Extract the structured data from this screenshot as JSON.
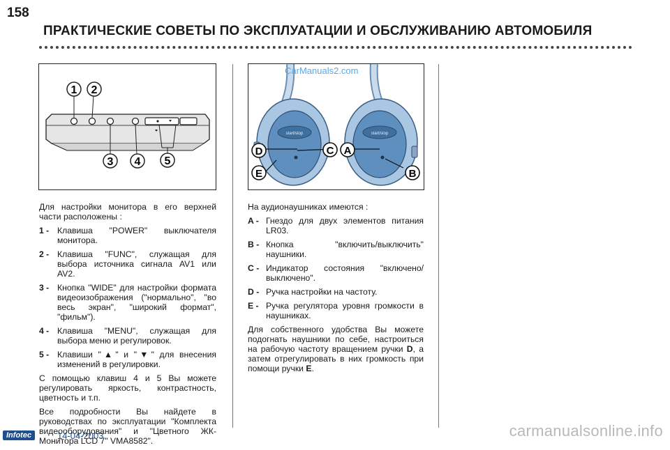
{
  "page": {
    "number": "158",
    "header": "ПРАКТИЧЕСКИЕ СОВЕТЫ ПО ЭКСПЛУАТАЦИИ И ОБСЛУЖИВАНИЮ АВТОМОБИЛЯ"
  },
  "figure_left": {
    "callouts": [
      "1",
      "2",
      "3",
      "4",
      "5"
    ]
  },
  "figure_right": {
    "watermark": "CarManuals2.com",
    "callouts": [
      "D",
      "C",
      "A",
      "E",
      "B"
    ],
    "button_labels": [
      "start/stop",
      "start/stop"
    ]
  },
  "left_column": {
    "intro": "Для настройки монитора в его верхней части расположены :",
    "items": [
      {
        "key": "1 -",
        "text": "Клавиша \"POWER\" выключателя монитора."
      },
      {
        "key": "2 -",
        "text": "Клавиша \"FUNC\", служащая для выбора источника сигнала AV1 или AV2."
      },
      {
        "key": "3 -",
        "text": "Кнопка \"WIDE\" для настройки формата видеоизображения (\"нормально\", \"во весь экран\", \"широкий формат\", \"фильм\")."
      },
      {
        "key": "4 -",
        "text": "Клавиша \"MENU\", служащая для выбора меню и регулировок."
      },
      {
        "key": "5 -",
        "text_before": "Клавиши \"",
        "up": "▲",
        "text_mid": "\" и \"",
        "down": "▼",
        "text_after": "\" для внесения изменений в регулировки."
      }
    ],
    "para1": "С помощью клавиш 4 и 5 Вы можете регулировать яркость, контрастность, цветность и т.п.",
    "para2": "Все подробности Вы найдете в руководствах по эксплуатации \"Комплекта видеооборудования\" и \"Цветного ЖК-Монитора LCD 7\" VMA8582\"."
  },
  "right_column": {
    "intro": "На аудионаушниках имеются :",
    "items": [
      {
        "key": "A -",
        "text": "Гнездо для двух элементов питания LR03."
      },
      {
        "key": "B -",
        "text": "Кнопка \"включить/выключить\" наушники."
      },
      {
        "key": "C -",
        "text": "Индикатор состояния \"включено/выключено\"."
      },
      {
        "key": "D -",
        "text": "Ручка настройки на частоту."
      },
      {
        "key": "E -",
        "text": "Ручка регулятора уровня громкости в наушниках."
      }
    ],
    "para_before": "Для собственного удобства Вы можете подогнать наушники по себе, настроиться на рабочую частоту вращением ручки ",
    "para_bold1": "D",
    "para_mid": ", а затем отрегулировать в них громкость при помощи ручки ",
    "para_bold2": "E",
    "para_after": "."
  },
  "footer": {
    "logo": "Infotec",
    "date": "14-04-2003",
    "watermark": "carmanualsonline.info"
  }
}
